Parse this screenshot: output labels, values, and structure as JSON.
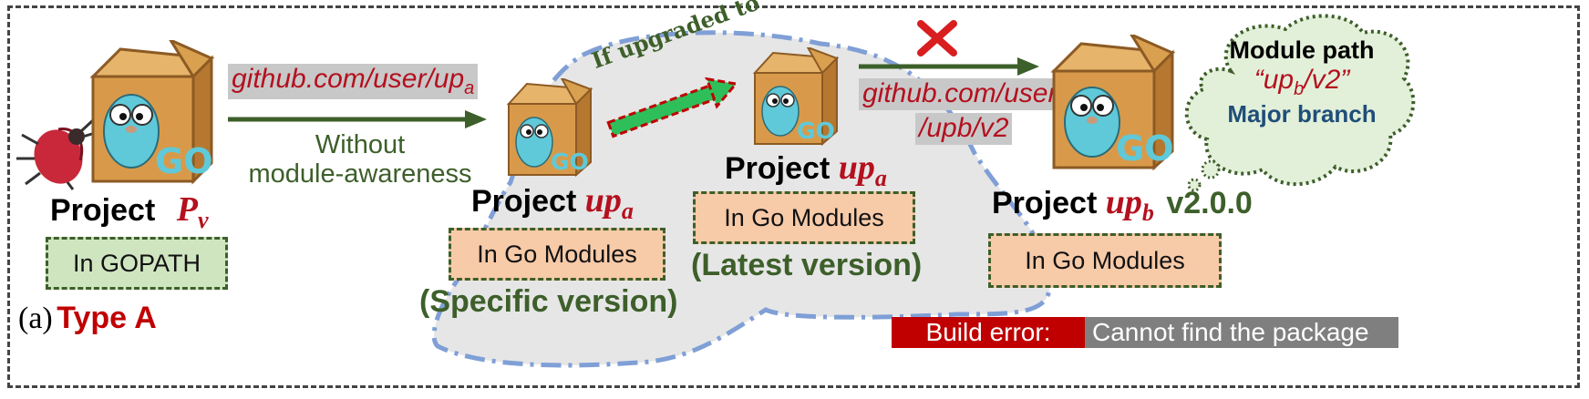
{
  "colors": {
    "brand_red": "#b4101e",
    "arrow_green": "#3d5f2a",
    "box_green": "#cfe5c0",
    "box_orange": "#f7caa8",
    "gray_bg": "#c8c8c8",
    "blob_border": "#7f9fd6",
    "error_red": "#c00000"
  },
  "left": {
    "project_prefix": "Project",
    "project_name": "P",
    "project_sub": "v",
    "box_label": "In GOPATH",
    "icon": "bug-icon"
  },
  "arrow1": {
    "link_text": "github.com/user/up",
    "link_sub": "a",
    "note_line1": "Without",
    "note_line2": "module-awareness"
  },
  "middle1": {
    "project_prefix": "Project",
    "project_name": "up",
    "project_sub": "a",
    "box_label": "In Go  Modules",
    "version": "(Specific version)"
  },
  "upgrade": {
    "label": "If upgraded to"
  },
  "middle2": {
    "project_prefix": "Project",
    "project_name": "up",
    "project_sub": "a",
    "box_label": "In Go  Modules",
    "version": "(Latest version)"
  },
  "arrow2": {
    "link_line1": "github.com/user",
    "link_line2": "/upb/v2",
    "blocked_icon": "cross-icon"
  },
  "right": {
    "project_prefix": "Project",
    "project_name": "up",
    "project_sub": "b",
    "project_version": "v2.0.0",
    "box_label": "In Go  Modules"
  },
  "cloud": {
    "title": "Module path",
    "path_open": "“up",
    "path_sub": "b",
    "path_close": "/v2”",
    "footer": "Major branch"
  },
  "caption": {
    "prefix": "(a)",
    "type": "Type A"
  },
  "error": {
    "label": "Build error:",
    "message": "Cannot find the package"
  }
}
